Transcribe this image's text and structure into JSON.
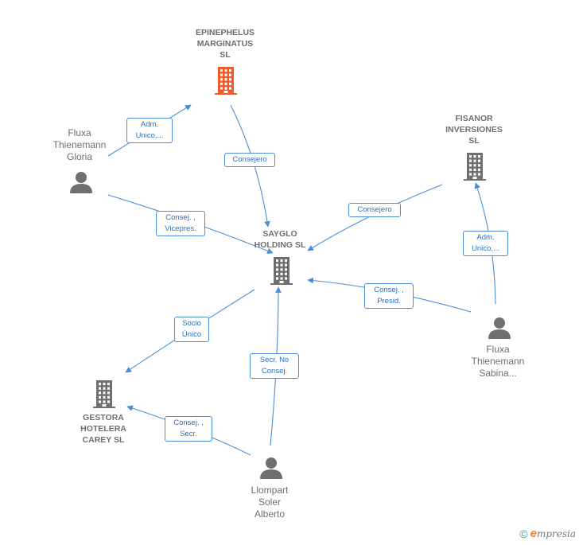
{
  "nodes": {
    "epinephelus": {
      "label": "EPINEPHELUS\nMARGINATUS\nSL",
      "type": "company",
      "highlight": true
    },
    "fisanor": {
      "label": "FISANOR\nINVERSIONES\nSL",
      "type": "company"
    },
    "sayglo": {
      "label": "SAYGLO\nHOLDING SL",
      "type": "company"
    },
    "gestora": {
      "label": "GESTORA\nHOTELERA\nCAREY  SL",
      "type": "company"
    },
    "fluxa_gloria": {
      "label": "Fluxa\nThienemann\nGloria",
      "type": "person"
    },
    "fluxa_sabina": {
      "label": "Fluxa\nThienemann\nSabina...",
      "type": "person"
    },
    "llompart": {
      "label": "Llompart\nSoler\nAlberto",
      "type": "person"
    }
  },
  "edges": {
    "gloria_epinephelus": "Adm.\nUnico,...",
    "epinephelus_sayglo": "Consejero",
    "gloria_sayglo": "Consej. ,\nVicepres.",
    "fisanor_sayglo": "Consejero",
    "sabina_fisanor": "Adm.\nUnico,...",
    "sabina_sayglo": "Consej. ,\nPresid.",
    "sayglo_gestora": "Socio\nÚnico",
    "llompart_sayglo": "Secr.  No\nConsej.",
    "llompart_gestora": "Consej. ,\nSecr."
  },
  "colors": {
    "edge": "#4a8fd6",
    "company_icon": "#6f6f6f",
    "highlight_icon": "#f0592a",
    "person_icon": "#6f6f6f"
  },
  "icons": {
    "company": "building-icon",
    "person": "person-icon"
  },
  "footer": {
    "copyright": "©",
    "brand_initial": "e",
    "brand_rest": "mpresia"
  }
}
